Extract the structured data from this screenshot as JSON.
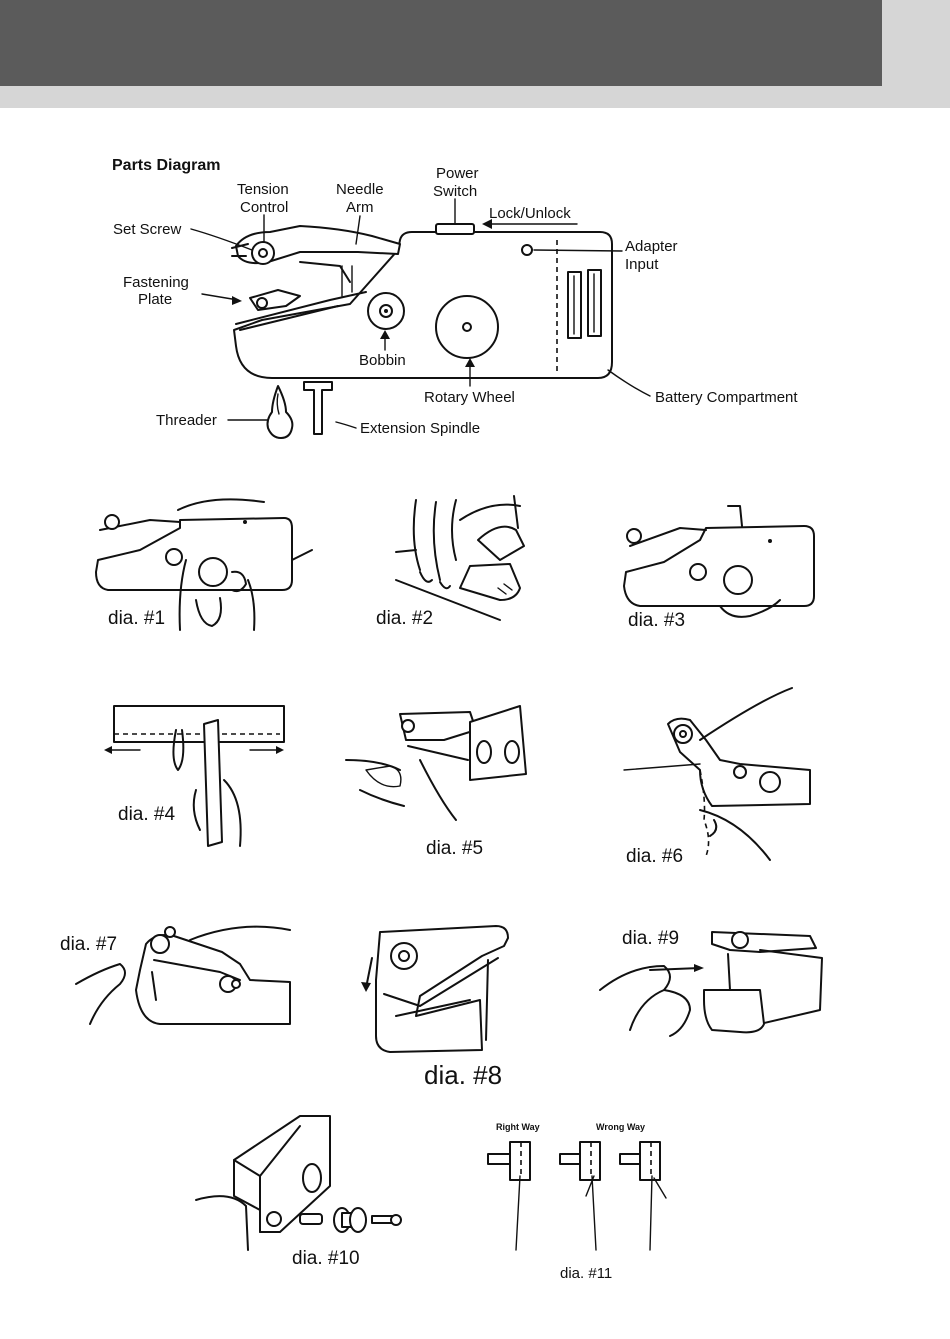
{
  "parts_diagram": {
    "title": "Parts Diagram",
    "labels": {
      "tension_control_1": "Tension",
      "tension_control_2": "Control",
      "needle_arm_1": "Needle",
      "needle_arm_2": "Arm",
      "power_switch_1": "Power",
      "power_switch_2": "Switch",
      "lock_unlock": "Lock/Unlock",
      "set_screw": "Set Screw",
      "adapter_input_1": "Adapter",
      "adapter_input_2": "Input",
      "fastening_plate_1": "Fastening",
      "fastening_plate_2": "Plate",
      "bobbin": "Bobbin",
      "rotary_wheel": "Rotary Wheel",
      "battery_compartment": "Battery Compartment",
      "threader": "Threader",
      "extension_spindle": "Extension Spindle"
    }
  },
  "diagrams": {
    "dia1": "dia. #1",
    "dia2": "dia. #2",
    "dia3": "dia. #3",
    "dia4": "dia. #4",
    "dia5": "dia. #5",
    "dia6": "dia. #6",
    "dia7": "dia. #7",
    "dia8": "dia. #8",
    "dia9": "dia. #9",
    "dia10": "dia. #10",
    "dia11": "dia. #11",
    "right_way": "Right Way",
    "wrong_way": "Wrong Way"
  }
}
